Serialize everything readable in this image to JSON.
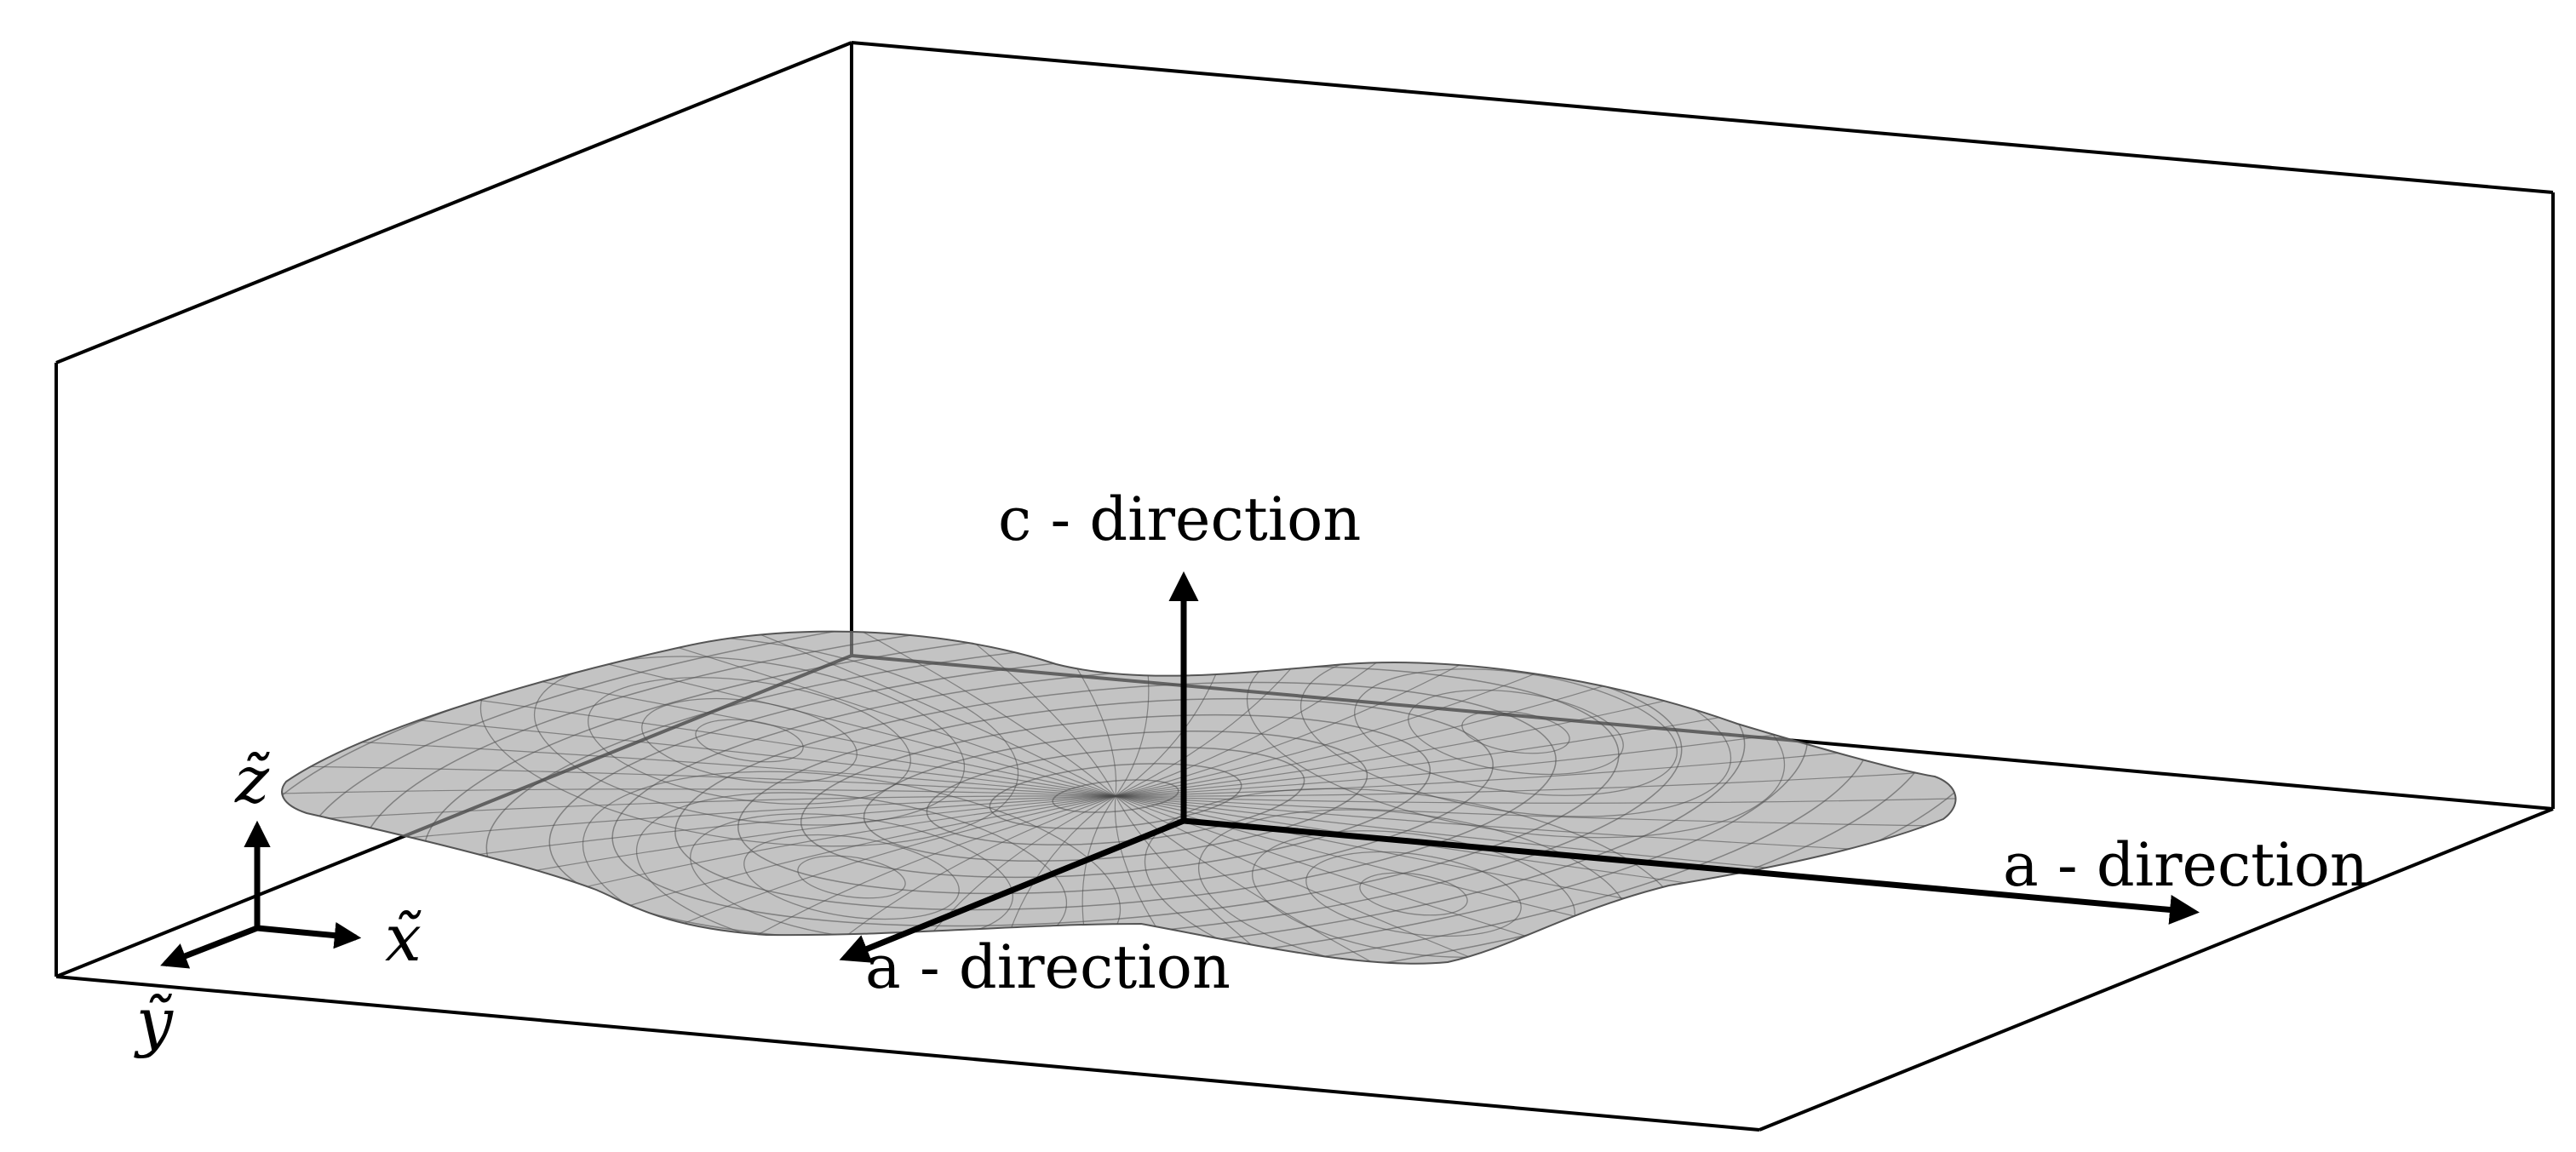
{
  "labels": {
    "c_direction": "c - direction",
    "a_direction_right": "a - direction",
    "a_direction_front": "a - direction",
    "x_tilde": "x̃",
    "y_tilde": "ỹ",
    "z_tilde": "z̃"
  },
  "colors": {
    "line": "#000000",
    "surface_fill": "#9e9e9e",
    "surface_mesh": "#4a4a4a",
    "background": "#ffffff"
  }
}
